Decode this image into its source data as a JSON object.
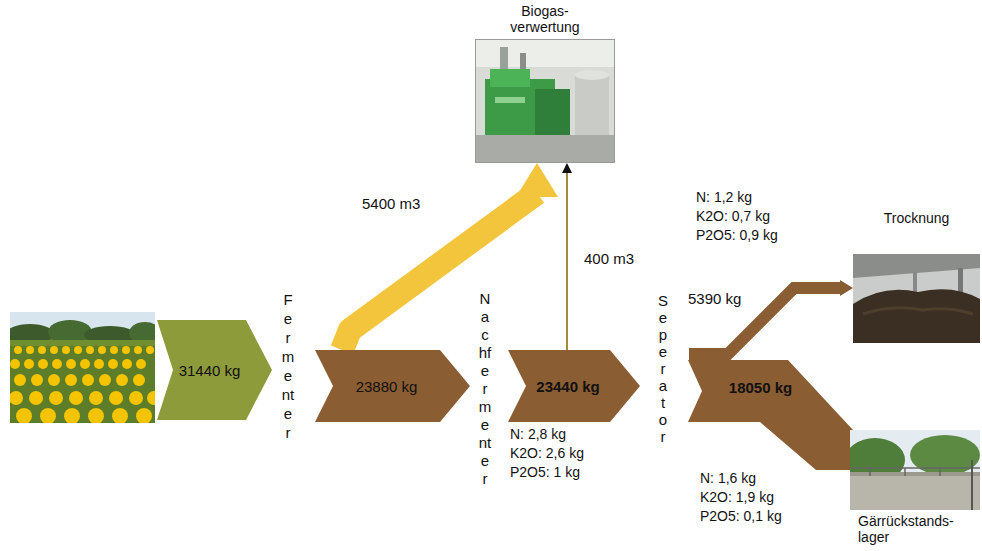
{
  "diagram": {
    "nodes": [
      {
        "text": [
          "31440 kg"
        ]
      },
      {
        "text": [
          "23880 kg"
        ]
      },
      {
        "text": [
          "Biogas- verwertung"
        ]
      },
      {
        "text": [
          "23440 kg"
        ]
      },
      {
        "text": [
          "Trocknung"
        ]
      },
      {
        "text": [
          "18050 kg"
        ]
      },
      {
        "text": [
          "Gärrückstands- lager"
        ]
      }
    ],
    "edges": [
      {
        "from": 1,
        "to": 2,
        "label": "5400 m3",
        "arrow": "to"
      },
      {
        "from": 3,
        "to": 2,
        "label": "400 m3",
        "arrow": "to"
      },
      {
        "from": 5,
        "to": 4,
        "label": "5390 kg",
        "arrow": "to"
      }
    ],
    "labels": [
      "Fermenter",
      "Nachfermenter",
      "Seperator",
      "N: 2,8 kg",
      "K2O: 2,6 kg",
      "P2O5: 1 kg",
      "N: 1,2 kg",
      "K2O: 0,7 kg",
      "P2O5: 0,9 kg",
      "N: 1,6 kg",
      "K2O: 1,9 kg",
      "P2O5: 0,1 kg"
    ]
  }
}
